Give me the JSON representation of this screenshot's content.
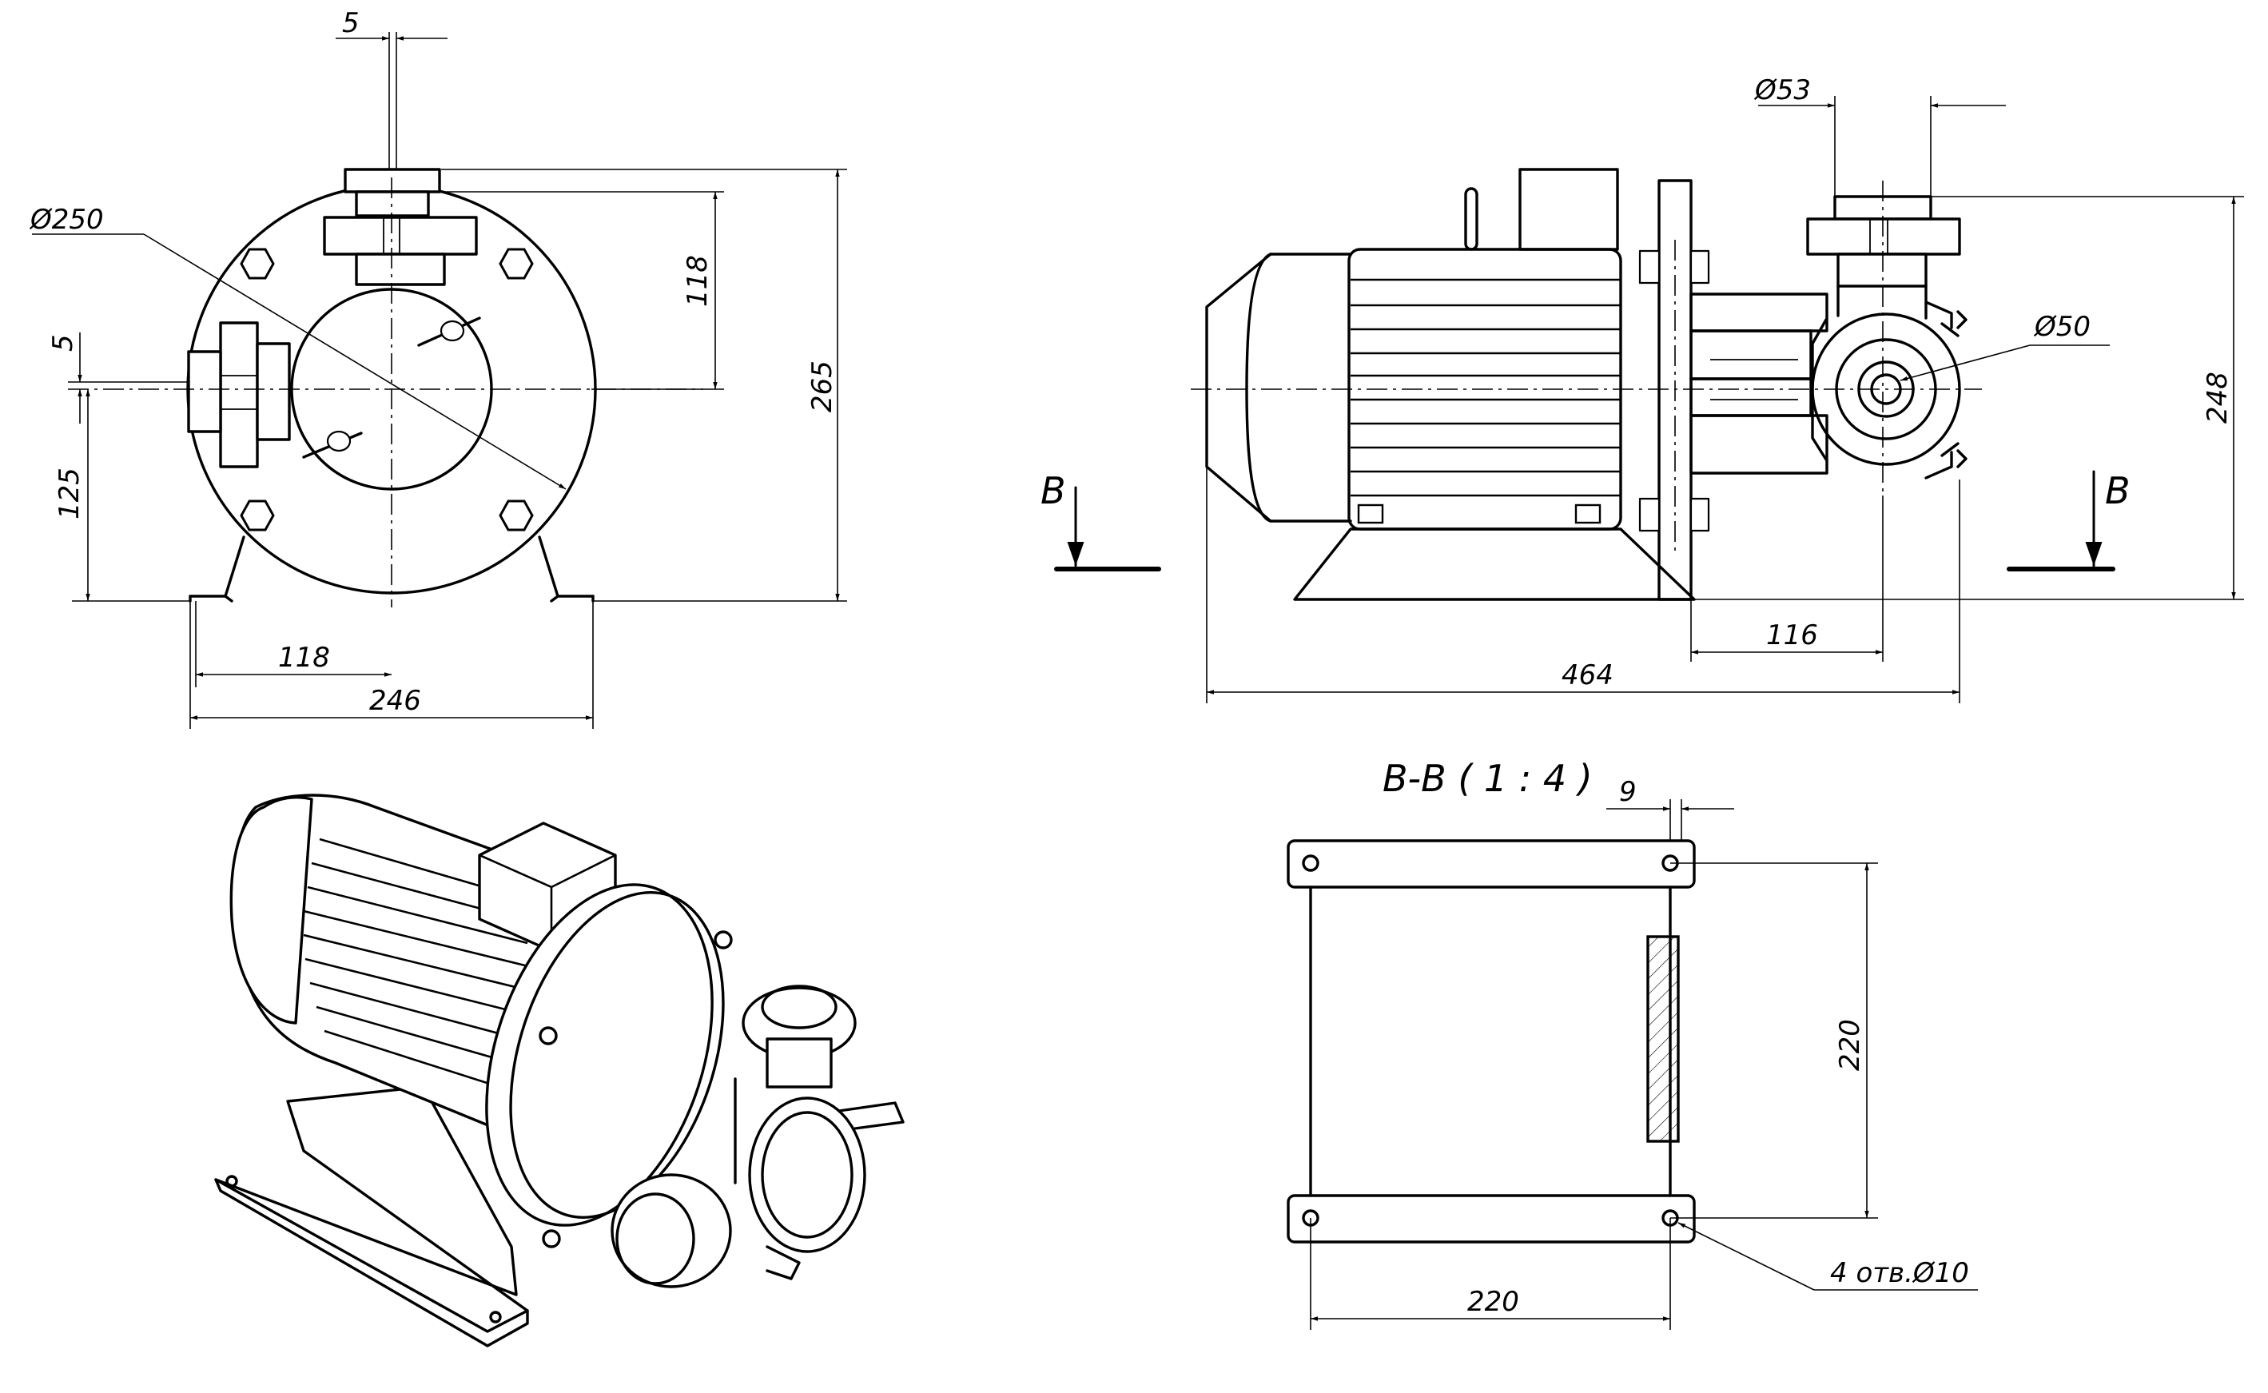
{
  "dimensions": {
    "front_flange_thickness": "5",
    "flange_diameter": "Ø250",
    "outlet_height": "118",
    "axis_offset": "5",
    "axis_height": "125",
    "total_height_front": "265",
    "half_base_width": "118",
    "base_width": "246",
    "outlet_diameter": "Ø53",
    "inlet_diameter": "Ø50",
    "total_height_side": "248",
    "inlet_offset": "116",
    "total_length": "464",
    "section_offset": "9",
    "plate_height": "220",
    "plate_width": "220",
    "mount_holes": "4 отв.Ø10"
  },
  "section": {
    "mark_left": "В",
    "mark_right": "В",
    "title": "В-В ( 1 : 4 )"
  }
}
